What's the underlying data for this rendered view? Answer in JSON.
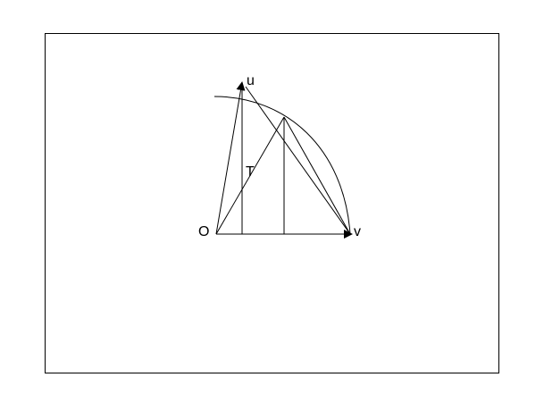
{
  "diagram": {
    "labels": {
      "origin": "O",
      "u": "u",
      "v": "v",
      "t": "T"
    },
    "colors": {
      "background": "#ffffff",
      "stroke": "#000000"
    }
  }
}
